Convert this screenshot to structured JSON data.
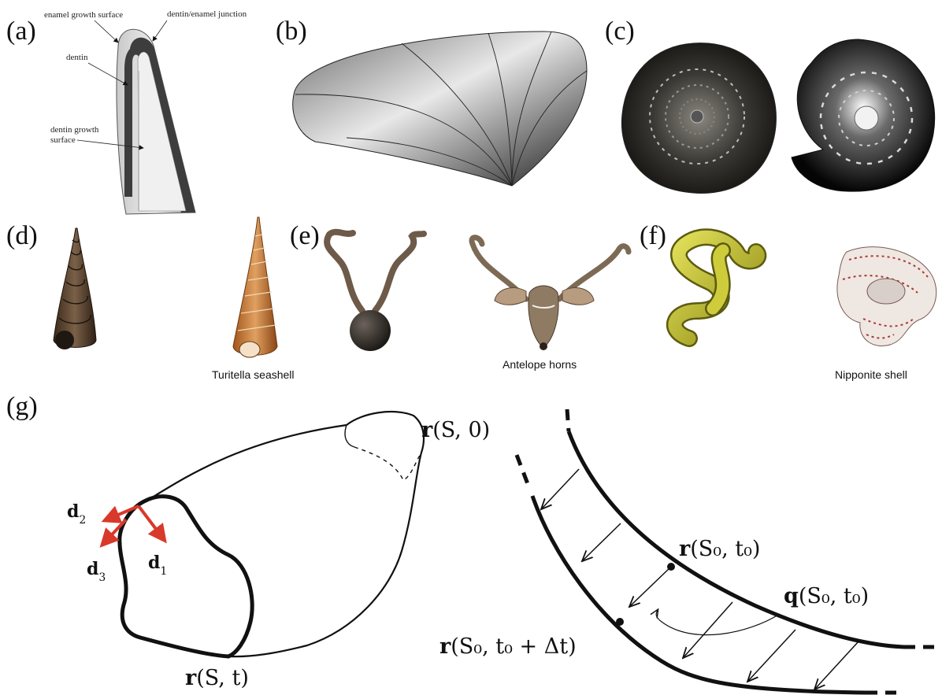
{
  "panels": {
    "a": {
      "label": "(a)",
      "annotations": {
        "enamel_growth_surface": "enamel growth surface",
        "dentin_enamel_junction": "dentin/enamel junction",
        "dentin": "dentin",
        "dentin_growth_surface_line1": "dentin growth",
        "dentin_growth_surface_line2": "surface"
      }
    },
    "b": {
      "label": "(b)"
    },
    "c": {
      "label": "(c)"
    },
    "d": {
      "label": "(d)",
      "caption": "Turitella seashell"
    },
    "e": {
      "label": "(e)",
      "caption": "Antelope horns"
    },
    "f": {
      "label": "(f)",
      "caption": "Nipponite shell"
    },
    "g": {
      "label": "(g)",
      "math": {
        "r_S_0": {
          "bold": "r",
          "rest": "(S, 0)"
        },
        "r_S_t": {
          "bold": "r",
          "rest": "(S, t)"
        },
        "d1": {
          "bold": "d",
          "sub": "1"
        },
        "d2": {
          "bold": "d",
          "sub": "2"
        },
        "d3": {
          "bold": "d",
          "sub": "3"
        },
        "r_S0_t0": {
          "bold": "r",
          "rest": "(S₀, t₀)"
        },
        "q_S0_t0": {
          "bold": "q",
          "rest": "(S₀, t₀)"
        },
        "r_S0_t0_dt": {
          "bold": "r",
          "rest": "(S₀, t₀ + Δt)"
        }
      },
      "colors": {
        "frame_arrows": "#d8392b",
        "ink": "#111111"
      }
    }
  }
}
